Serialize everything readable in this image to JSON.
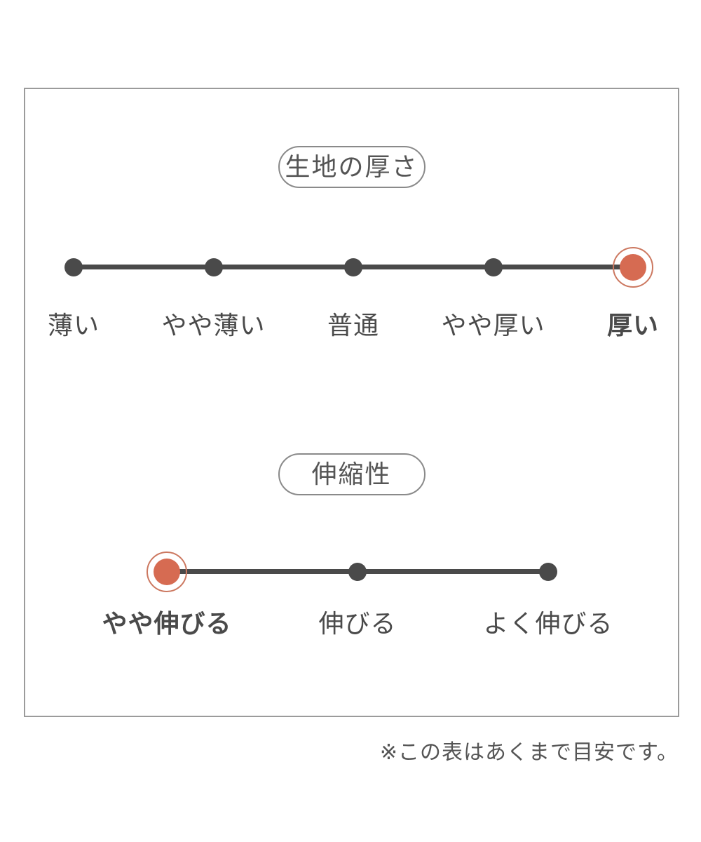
{
  "colors": {
    "accent": "#d66b52",
    "ring": "#cc7860",
    "ink": "#4a4a4a",
    "frame": "#9b9b9b"
  },
  "footnote": "※この表はあくまで目安です。",
  "chart_data": [
    {
      "type": "scale",
      "title": "生地の厚さ",
      "categories": [
        "薄い",
        "やや薄い",
        "普通",
        "やや厚い",
        "厚い"
      ],
      "selected_index": 4,
      "selected_label": "厚い",
      "layout": {
        "legend": "none",
        "orientation": "horizontal",
        "points": 5
      }
    },
    {
      "type": "scale",
      "title": "伸縮性",
      "categories": [
        "やや伸びる",
        "伸びる",
        "よく伸びる"
      ],
      "selected_index": 0,
      "selected_label": "やや伸びる",
      "layout": {
        "legend": "none",
        "orientation": "horizontal",
        "points": 3
      }
    }
  ]
}
